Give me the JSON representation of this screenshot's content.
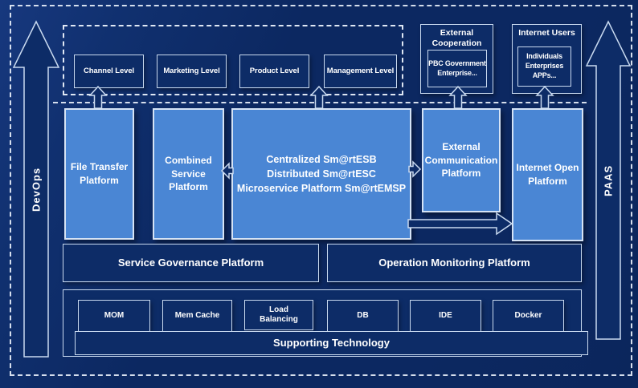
{
  "side_arrows": {
    "devops": "DevOps",
    "paas": "PAAS"
  },
  "levels": [
    "Channel Level",
    "Marketing Level",
    "Product Level",
    "Management Level"
  ],
  "external_cooperation": {
    "title": "External Cooperation",
    "members": "PBC Government Enterprise..."
  },
  "internet_users": {
    "title": "Internet Users",
    "members": "Individuals Enterprises APPs..."
  },
  "platforms": {
    "file_transfer": "File Transfer Platform",
    "combined_service": "Combined Service Platform",
    "esb_lines": [
      "Centralized Sm@rtESB",
      "Distributed Sm@rtESC",
      "Microservice Platform Sm@rtEMSP"
    ],
    "external_communication": "External Communication Platform",
    "internet_open": "Internet Open Platform"
  },
  "governance": {
    "service": "Service Governance Platform",
    "monitoring": "Operation Monitoring Platform"
  },
  "supporting": {
    "title": "Supporting Technology",
    "items": [
      "MOM",
      "Mem Cache",
      "Load Balancing",
      "DB",
      "IDE",
      "Docker"
    ]
  },
  "colors": {
    "background": "#0c2861",
    "box_light": "#4a86d4",
    "box_dark": "#0d2c67",
    "border_light": "#c9daf0",
    "text": "#ffffff"
  }
}
